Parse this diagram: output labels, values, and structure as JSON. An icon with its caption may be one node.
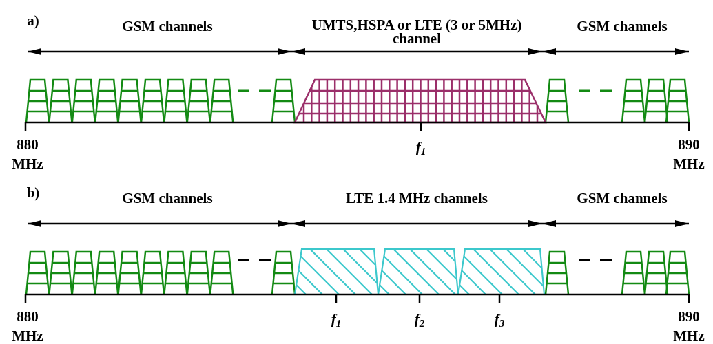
{
  "diagram": {
    "labels": [
      "a)",
      "GSM channels",
      "UMTS,HSPA or LTE (3 or 5MHz) channel",
      "GSM channels",
      "880 MHz",
      "f$_{1}$",
      "890 MHz",
      "b)",
      "GSM channels",
      "LTE 1.4 MHz channels",
      "GSM channels",
      "880 MHz",
      "f$_{1}$",
      "f$_{2}$",
      "f$_{3}$",
      "890 MHz"
    ]
  }
}
